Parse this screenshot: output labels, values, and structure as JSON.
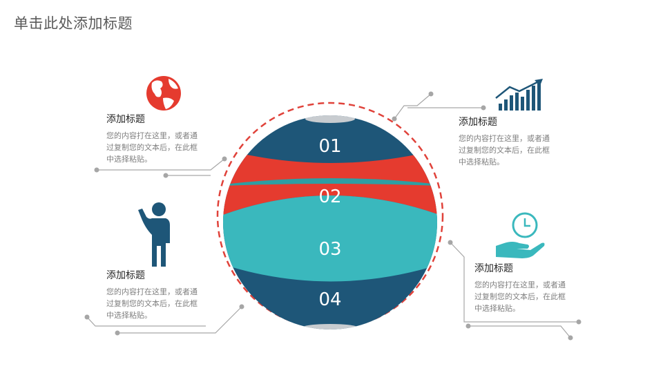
{
  "page": {
    "title": "单击此处添加标题"
  },
  "sphere": {
    "segments": [
      {
        "number": "01",
        "color": "#1e5678"
      },
      {
        "number": "02",
        "color": "#e53b2f"
      },
      {
        "number": "03",
        "color": "#3ab8bd"
      },
      {
        "number": "04",
        "color": "#1e5678"
      }
    ],
    "ring_color": "#e0423a"
  },
  "blocks": [
    {
      "heading": "添加标题",
      "lines": [
        "您的内容打在这里，或者通",
        "过复制您的文本后，在此框",
        "中选择粘贴。"
      ],
      "icon": "globe-icon"
    },
    {
      "heading": "添加标题",
      "lines": [
        "您的内容打在这里，或者通",
        "过复制您的文本后，在此框",
        "中选择粘贴。"
      ],
      "icon": "growth-chart-icon"
    },
    {
      "heading": "添加标题",
      "lines": [
        "您的内容打在这里，或者通",
        "过复制您的文本后，在此框",
        "中选择粘贴。"
      ],
      "icon": "person-waving-icon"
    },
    {
      "heading": "添加标题",
      "lines": [
        "您的内容打在这里，或者通",
        "过复制您的文本后，在此框",
        "中选择粘贴。"
      ],
      "icon": "clock-in-hand-icon"
    }
  ],
  "colors": {
    "navy": "#1e5678",
    "red": "#e53b2f",
    "teal": "#3ab8bd",
    "connector": "#a6a6a6"
  }
}
